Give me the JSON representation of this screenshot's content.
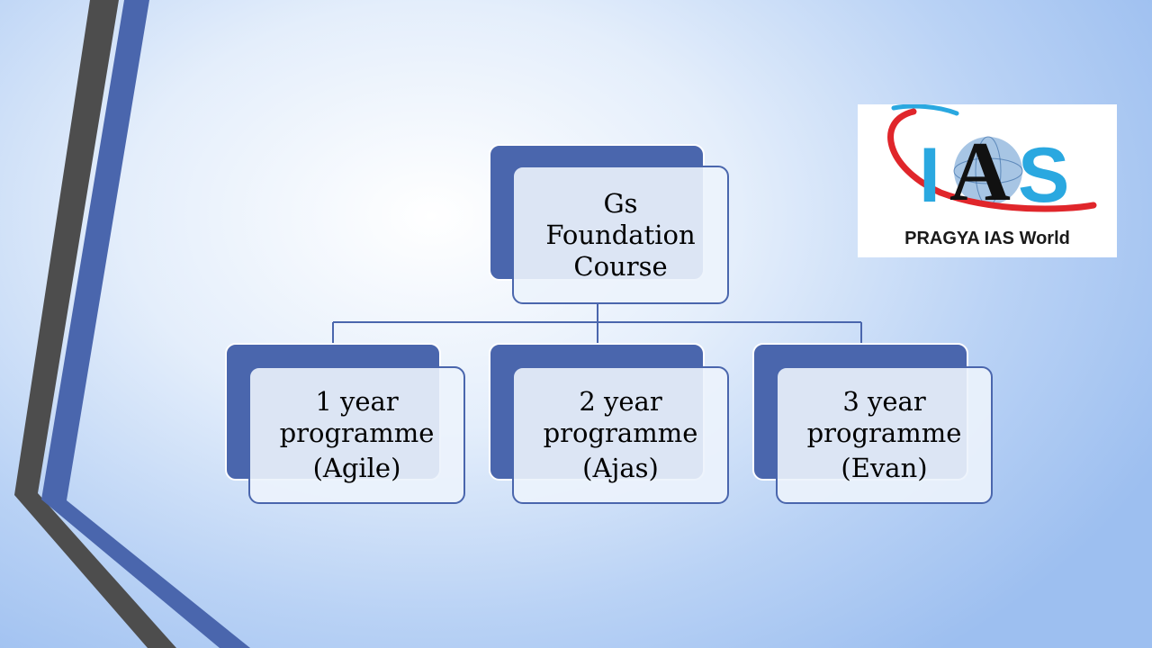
{
  "root": {
    "lines": [
      "Gs",
      "Foundation",
      "Course"
    ]
  },
  "children": [
    {
      "line1": "1 year",
      "line2": "programme",
      "line3": "(Agile)"
    },
    {
      "line1": "2 year",
      "line2": "programme",
      "line3": "(Ajas)"
    },
    {
      "line1": "3 year",
      "line2": "programme",
      "line3": "(Evan)"
    }
  ],
  "logo": {
    "mark": "IAS",
    "name": "PRAGYA IAS World"
  },
  "colors": {
    "accent_blue": "#4a66ad",
    "dark_stripe": "#4d4d4d",
    "logo_red": "#e0262b",
    "logo_cyan": "#2aa8e0"
  }
}
